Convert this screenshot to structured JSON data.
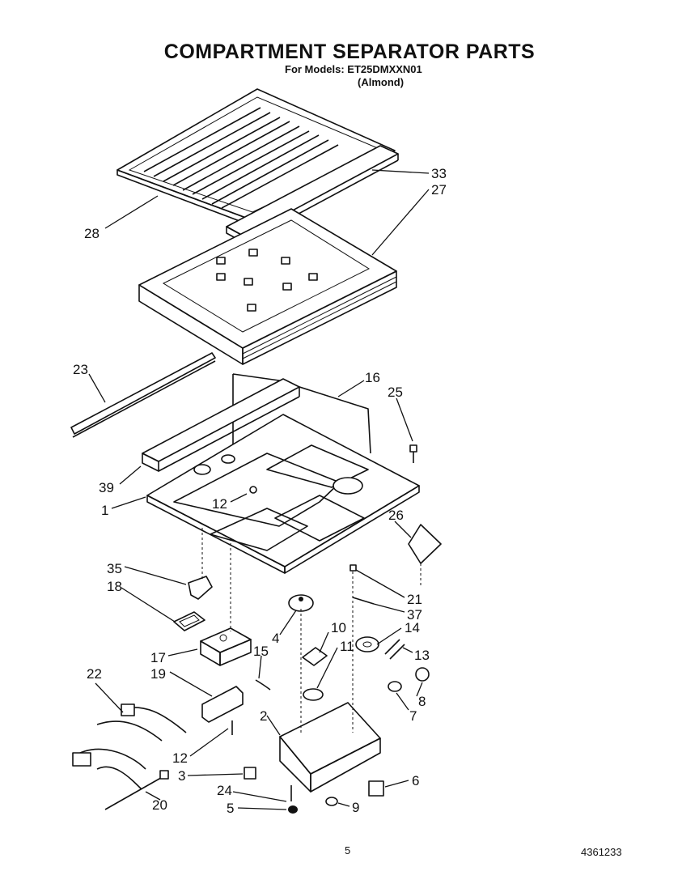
{
  "header": {
    "title": "COMPARTMENT SEPARATOR PARTS",
    "models_line": "For Models: ET25DMXXN01",
    "color_line": "(Almond)"
  },
  "footer": {
    "page_number": "5",
    "document_number": "4361233"
  },
  "callouts": [
    {
      "id": "c33",
      "label": "33"
    },
    {
      "id": "c27",
      "label": "27"
    },
    {
      "id": "c28",
      "label": "28"
    },
    {
      "id": "c23",
      "label": "23"
    },
    {
      "id": "c16",
      "label": "16"
    },
    {
      "id": "c25",
      "label": "25"
    },
    {
      "id": "c39",
      "label": "39"
    },
    {
      "id": "c1",
      "label": "1"
    },
    {
      "id": "c12a",
      "label": "12"
    },
    {
      "id": "c26",
      "label": "26"
    },
    {
      "id": "c35",
      "label": "35"
    },
    {
      "id": "c18",
      "label": "18"
    },
    {
      "id": "c21",
      "label": "21"
    },
    {
      "id": "c37",
      "label": "37"
    },
    {
      "id": "c4",
      "label": "4"
    },
    {
      "id": "c10",
      "label": "10"
    },
    {
      "id": "c14",
      "label": "14"
    },
    {
      "id": "c15",
      "label": "15"
    },
    {
      "id": "c11",
      "label": "11"
    },
    {
      "id": "c13",
      "label": "13"
    },
    {
      "id": "c17",
      "label": "17"
    },
    {
      "id": "c22",
      "label": "22"
    },
    {
      "id": "c19",
      "label": "19"
    },
    {
      "id": "c8",
      "label": "8"
    },
    {
      "id": "c7",
      "label": "7"
    },
    {
      "id": "c2",
      "label": "2"
    },
    {
      "id": "c12b",
      "label": "12"
    },
    {
      "id": "c3",
      "label": "3"
    },
    {
      "id": "c6",
      "label": "6"
    },
    {
      "id": "c24",
      "label": "24"
    },
    {
      "id": "c9",
      "label": "9"
    },
    {
      "id": "c5",
      "label": "5"
    },
    {
      "id": "c20",
      "label": "20"
    }
  ]
}
